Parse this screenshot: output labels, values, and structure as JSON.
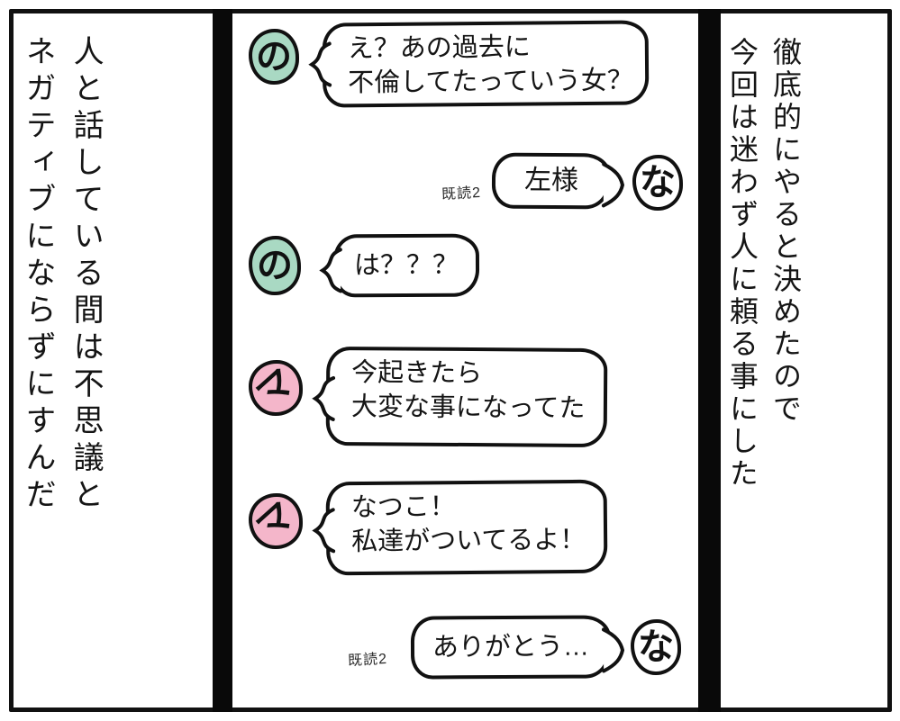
{
  "colors": {
    "paper": "#ffffff",
    "ink": "#111111",
    "avatar_green": "#a9d9c3",
    "avatar_pink": "#f4b6ca",
    "avatar_white": "#ffffff"
  },
  "narration_right": {
    "lines": [
      "徹底的にやると決めたので",
      "今回は迷わず人に頼る事にした"
    ]
  },
  "narration_left": {
    "lines": [
      "人と話している間は不思議と",
      "ネガティブにならずにすんだ"
    ]
  },
  "chat": {
    "messages": [
      {
        "side": "left",
        "avatar": {
          "char": "の",
          "color": "#a9d9c3"
        },
        "lines": [
          "え？あの過去に",
          "不倫してたっていう女？"
        ]
      },
      {
        "side": "right",
        "avatar": {
          "char": "な",
          "color": "#ffffff"
        },
        "lines": [
          "左様"
        ],
        "read": "既読2"
      },
      {
        "side": "left",
        "avatar": {
          "char": "の",
          "color": "#a9d9c3"
        },
        "lines": [
          "は？？？"
        ]
      },
      {
        "side": "left",
        "avatar": {
          "char": "マ",
          "color": "#f4b6ca"
        },
        "lines": [
          "今起きたら",
          "大変な事になってた"
        ]
      },
      {
        "side": "left",
        "avatar": {
          "char": "マ",
          "color": "#f4b6ca"
        },
        "lines": [
          "なつこ！",
          "私達がついてるよ！"
        ]
      },
      {
        "side": "right",
        "avatar": {
          "char": "な",
          "color": "#ffffff"
        },
        "lines": [
          "ありがとう…"
        ],
        "read": "既読2"
      }
    ]
  }
}
